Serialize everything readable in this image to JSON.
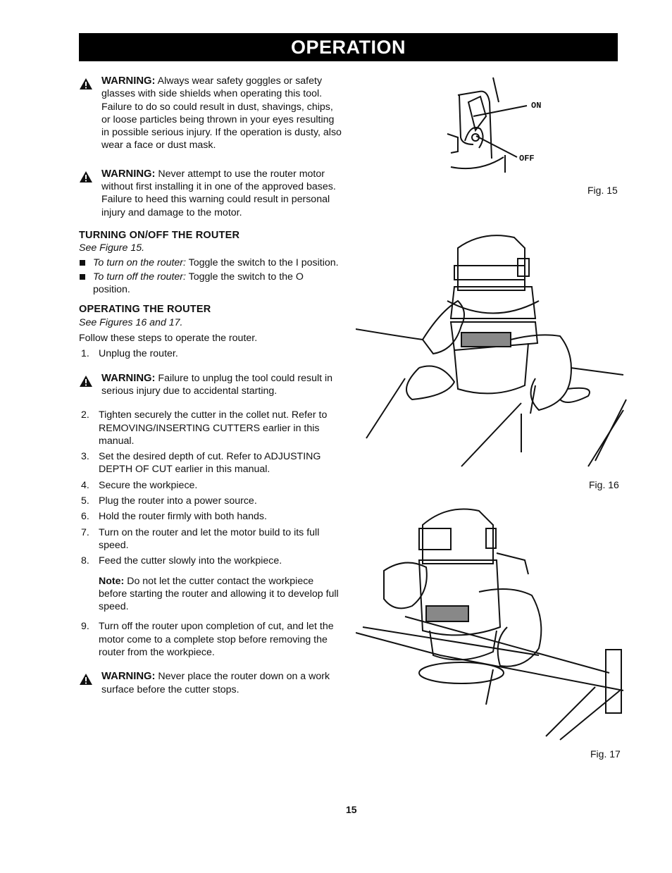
{
  "header": {
    "title": "OPERATION"
  },
  "warnings": {
    "goggles": {
      "label": "WARNING:",
      "text": "Always wear safety goggles or safety glasses with side shields when operating this tool. Failure to do so could result in dust, shavings, chips, or loose particles being thrown in your eyes resulting in possible serious injury. If the operation is dusty, also wear a face or dust mask."
    },
    "motor": {
      "label": "WARNING:",
      "text": "Never attempt to use the router motor without first installing it in one of the approved bases. Failure to heed this warning could result in personal injury and damage to the motor."
    }
  },
  "section_onoff": {
    "heading": "TURNING ON/OFF THE ROUTER",
    "see": "See Figure 15.",
    "bullets": [
      {
        "lead": "To turn on the router:",
        "text": "Toggle the switch to the I position."
      },
      {
        "lead": "To turn off the router:",
        "text": "Toggle the switch to the O position."
      }
    ]
  },
  "section_operating": {
    "heading": "OPERATING THE ROUTER",
    "see": "See Figures 16 and 17.",
    "intro": "Follow these steps to operate the router.",
    "step1": {
      "num": "1.",
      "text": "Unplug the router."
    },
    "warning_unplug": {
      "label": "WARNING:",
      "text": "Failure to unplug the tool could result in serious injury due to accidental starting."
    },
    "steps": [
      {
        "num": "2.",
        "text": "Tighten securely the cutter in the collet nut. Refer to REMOVING/INSERTING CUTTERS earlier in this manual."
      },
      {
        "num": "3.",
        "text": "Set the desired depth of cut. Refer to ADJUSTING DEPTH OF CUT earlier in this manual."
      },
      {
        "num": "4.",
        "text": "Secure the workpiece."
      },
      {
        "num": "5.",
        "text": "Plug the router into a power source."
      },
      {
        "num": "6.",
        "text": "Hold the router firmly with both hands."
      },
      {
        "num": "7.",
        "text": "Turn on the router and let the motor build to its full speed."
      },
      {
        "num": "8.",
        "text": "Feed the cutter slowly into the workpiece."
      }
    ],
    "note": {
      "label": "Note:",
      "text": "Do not let the cutter contact the workpiece before starting the router and allowing it to develop full speed."
    },
    "step9": {
      "num": "9.",
      "text": "Turn off the router upon completion of cut, and let the motor come to a complete stop before removing the router from the workpiece."
    },
    "warning_down": {
      "label": "WARNING:",
      "text": "Never place the router down on a work surface before the cutter stops."
    }
  },
  "figures": {
    "fig15": {
      "label": "Fig. 15",
      "on": "ON",
      "off": "OFF"
    },
    "fig16": {
      "label": "Fig. 16"
    },
    "fig17": {
      "label": "Fig. 17"
    }
  },
  "page_number": "15"
}
